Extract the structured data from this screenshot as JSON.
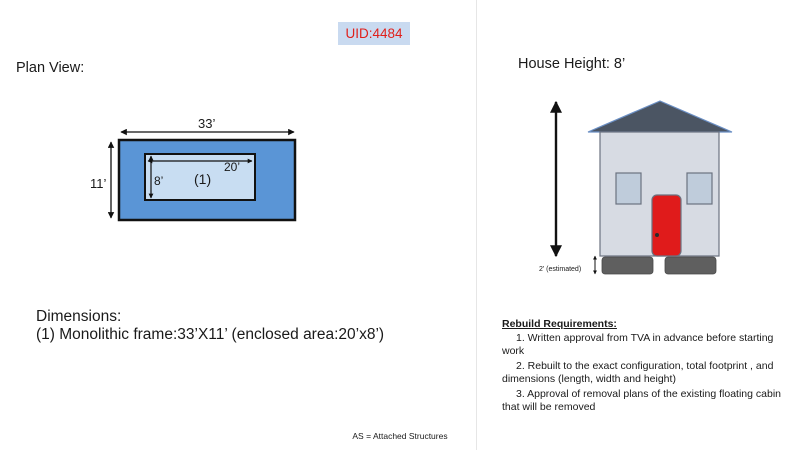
{
  "uid": "UID:4484",
  "plan_view": {
    "label": "Plan View:",
    "outer_width_label": "33’",
    "outer_height_label": "11’",
    "inner_width_label": "20’",
    "inner_height_label": "8’",
    "inner_id_label": "(1)"
  },
  "house": {
    "height_label": "House Height:  8’",
    "foundation_label": "2’ (estimated)"
  },
  "dimensions": {
    "title": "Dimensions:",
    "item": "(1)  Monolithic frame:33’X11’  (enclosed area:20’x8’)"
  },
  "rebuild": {
    "title": "Rebuild Requirements:",
    "items": [
      "1.  Written approval from TVA in advance before starting work",
      "2.  Rebuilt to the exact configuration, total footprint , and dimensions (length, width and height)",
      "3.  Approval of removal plans of the existing floating cabin that will be removed"
    ]
  },
  "footer": "AS = Attached Structures",
  "colors": {
    "outer_fill": "#5a95d6",
    "inner_fill": "#c8ddf2",
    "uid_bg": "#c9daf0",
    "uid_text": "#e0201b",
    "roof": "#4b5563",
    "wall": "#d7dbe3",
    "door": "#e01b1b",
    "window": "#bfccdb",
    "skid": "#5f5f5f"
  }
}
